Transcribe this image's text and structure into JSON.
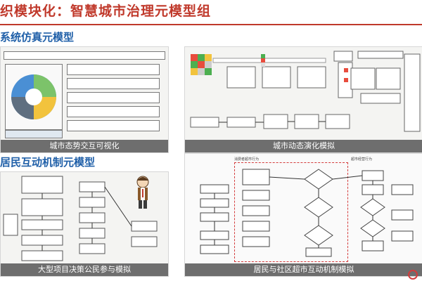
{
  "header": {
    "title": "织模块化：智慧城市治理元模型组"
  },
  "sections": {
    "system_sim": "系统仿真元模型",
    "resident_interact": "居民互动机制元模型"
  },
  "captions": {
    "panel1": "城市态势交互可视化",
    "panel2": "城市动态演化模拟",
    "panel3": "大型项目决策公民参与模拟",
    "panel4": "居民与社区超市互动机制模拟"
  },
  "panel4": {
    "left_label": "消费者超市行为",
    "right_label": "超市经营行为"
  },
  "colors": {
    "title": "#c0392b",
    "section": "#1f5fa8",
    "caption_bg": "#6e6e6e",
    "dashed_frame": "#d43c3c",
    "pie": [
      "#4a8fd4",
      "#7cc36a",
      "#f2c33d",
      "#5f6f80"
    ]
  }
}
